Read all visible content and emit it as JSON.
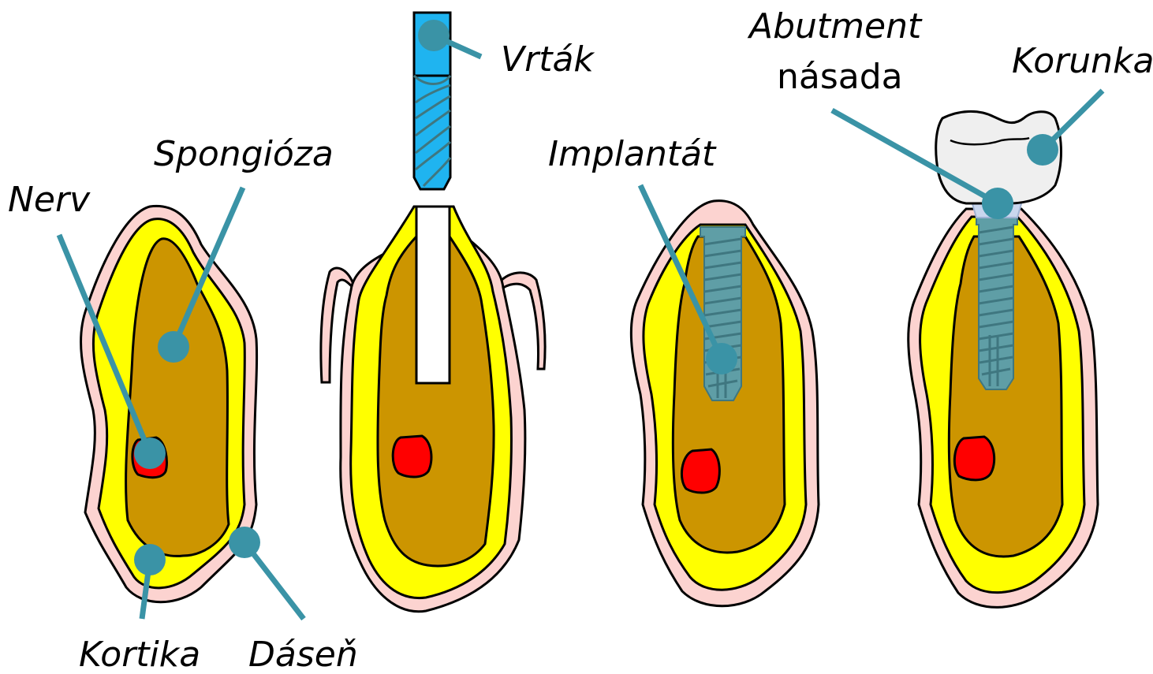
{
  "labels": {
    "nerv": "Nerv",
    "spongioza": "Spongióza",
    "kortika": "Kortika",
    "dasen": "Dáseň",
    "vrtak": "Vrták",
    "implantat": "Implantát",
    "abutment_line1": "Abutment",
    "abutment_line2": "násada",
    "korunka": "Korunka"
  },
  "colors": {
    "gingiva": "#fcd3d0",
    "cortical_bone": "#ffff00",
    "cancellous_bone": "#cc9500",
    "nerve": "#ff0000",
    "drill": "#1fb4f0",
    "implant": "#5f9ea6",
    "abutment": "#c9d6ee",
    "crown": "#efefef",
    "leader_line": "#3a93a6"
  }
}
